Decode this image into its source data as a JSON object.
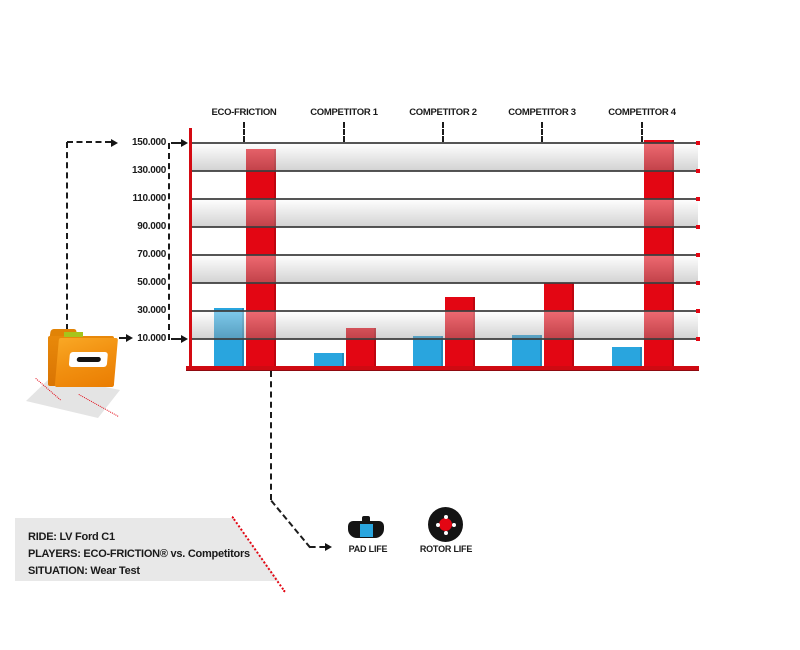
{
  "chart_data": {
    "type": "bar",
    "categories": [
      "ECO-FRICTION",
      "COMPETITOR 1",
      "COMPETITOR 2",
      "COMPETITOR 3",
      "COMPETITOR 4"
    ],
    "series": [
      {
        "name": "PAD LIFE",
        "color": "#29a5de",
        "values": [
          32000,
          5000,
          12000,
          13000,
          7000
        ]
      },
      {
        "name": "ROTOR LIFE",
        "color": "#e30613",
        "values": [
          146000,
          18000,
          40000,
          50000,
          152000
        ]
      }
    ],
    "y_tick_labels": [
      "150.000",
      "130.000",
      "110.000",
      "90.000",
      "70.000",
      "50.000",
      "30.000",
      "10.000"
    ],
    "y_tick_values": [
      150000,
      130000,
      110000,
      90000,
      70000,
      50000,
      30000,
      10000
    ],
    "ylim": [
      0,
      160000
    ],
    "grid": "horizontal-bands",
    "legend_position": "bottom"
  },
  "legend": {
    "items": [
      {
        "icon": "brake-pad-icon",
        "label": "PAD LIFE"
      },
      {
        "icon": "rotor-icon",
        "label": "ROTOR LIFE"
      }
    ]
  },
  "info_box": {
    "ride_line": "RIDE: LV Ford C1",
    "players_line": "PLAYERS: ECO-FRICTION® vs. Competitors",
    "situation_line": "SITUATION: Wear Test"
  },
  "colors": {
    "pad_blue": "#29a5de",
    "rotor_red": "#e30613",
    "axis_red": "#cf0a12",
    "band_gray": "#d2d2d2",
    "box_gray": "#e8e8e8",
    "text_black": "#1a1a1a"
  }
}
